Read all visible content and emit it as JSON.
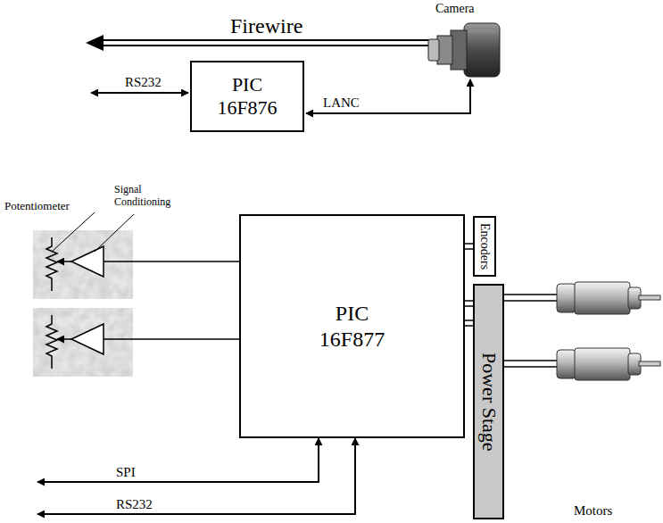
{
  "diagram": {
    "nodes": [
      {
        "text": [
          "PIC 16F876"
        ]
      },
      {
        "text": [
          "PIC 16F877"
        ]
      },
      {
        "text": [
          "Encoders"
        ]
      },
      {
        "text": [
          "Power Stage"
        ]
      }
    ],
    "edges": [
      {
        "from": 1,
        "to": 2,
        "arrow": "none"
      },
      {
        "from": 1,
        "to": 3,
        "arrow": "none"
      },
      {
        "from": 1,
        "to": 3,
        "arrow": "none"
      }
    ],
    "labels": [
      "Firewire",
      "Camera",
      "RS232",
      "LANC",
      "Potentiometer",
      "Signal Conditioning",
      "SPI",
      "RS232",
      "Motors"
    ]
  }
}
